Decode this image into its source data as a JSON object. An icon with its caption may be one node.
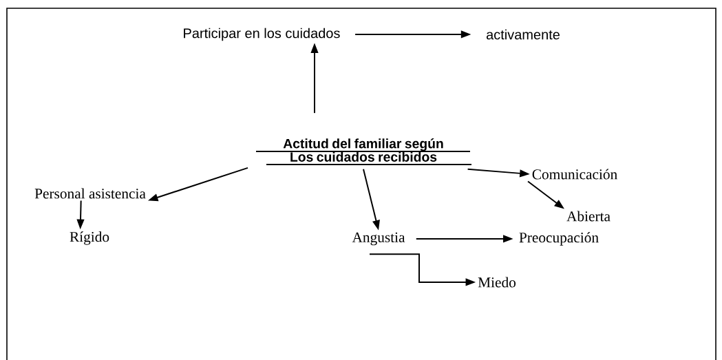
{
  "diagram": {
    "nodes": [
      {
        "text": [
          "Participar en los cuidados"
        ]
      },
      {
        "text": [
          "activamente"
        ]
      },
      {
        "text": [
          "Actitud del familiar según Los cuidados recibidos"
        ]
      },
      {
        "text": [
          "Personal asistencia"
        ]
      },
      {
        "text": [
          "Rígido"
        ]
      },
      {
        "text": [
          "Comunicación"
        ]
      },
      {
        "text": [
          "Abierta"
        ]
      },
      {
        "text": [
          "Angustia"
        ]
      },
      {
        "text": [
          "Preocupación"
        ]
      },
      {
        "text": [
          "Miedo"
        ]
      }
    ],
    "edges": [
      {
        "from": 2,
        "to": 0,
        "arrow": "to"
      },
      {
        "from": 0,
        "to": 1,
        "arrow": "to"
      },
      {
        "from": 2,
        "to": 3,
        "arrow": "to"
      },
      {
        "from": 3,
        "to": 4,
        "arrow": "to"
      },
      {
        "from": 2,
        "to": 5,
        "arrow": "to"
      },
      {
        "from": 5,
        "to": 6,
        "arrow": "to"
      },
      {
        "from": 2,
        "to": 7,
        "arrow": "to"
      },
      {
        "from": 7,
        "to": 8,
        "arrow": "to"
      },
      {
        "from": 7,
        "to": 9,
        "arrow": "to"
      }
    ]
  }
}
